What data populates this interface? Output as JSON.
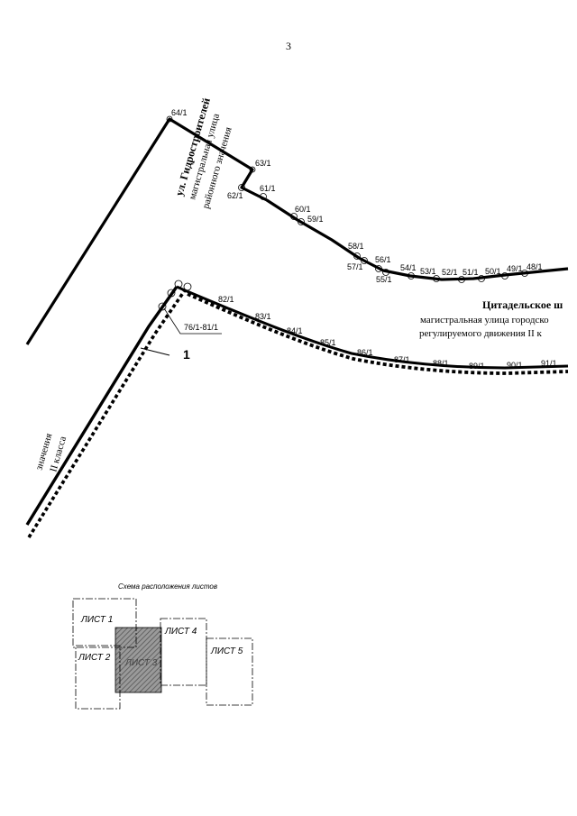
{
  "page_number": "3",
  "streets": {
    "gidro_name": "ул. Гидростроителей",
    "gidro_type": "магистральная улица",
    "gidro_sig": "районного значения",
    "citadel_name": "Цитадельское ш",
    "citadel_type": "магистральная улица городско",
    "citadel_sig": "регулируемого движения II к",
    "left_line1": "значения",
    "left_line2": "II класса"
  },
  "upper_points": [
    "64/1",
    "63/1",
    "62/1",
    "61/1",
    "60/1",
    "59/1",
    "58/1",
    "57/1",
    "56/1",
    "55/1",
    "54/1",
    "53/1",
    "52/1",
    "51/1",
    "50/1",
    "49/1",
    "48/1"
  ],
  "lower_points": [
    "76/1-81/1",
    "82/1",
    "83/1",
    "84/1",
    "85/1",
    "86/1",
    "87/1",
    "88/1",
    "89/1",
    "90/1",
    "91/1"
  ],
  "callout_label": "1",
  "scheme": {
    "title": "Схема расположения листов",
    "sheets": [
      "ЛИСТ 1",
      "ЛИСТ 2",
      "ЛИСТ 3",
      "ЛИСТ 4",
      "ЛИСТ 5"
    ]
  },
  "colors": {
    "line": "#000000",
    "hatch": "#6a6a6a",
    "background": "#ffffff"
  }
}
